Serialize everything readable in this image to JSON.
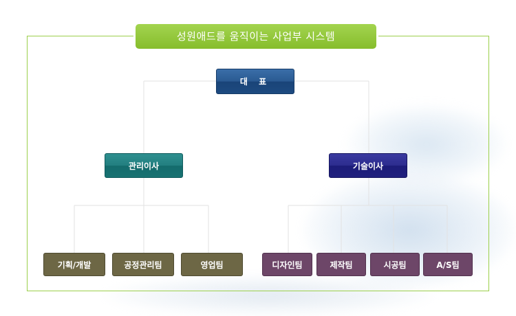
{
  "title": "성원애드를 움직이는 사업부 시스템",
  "ceo": {
    "label": "대 표"
  },
  "managers": {
    "left": {
      "label": "관리이사"
    },
    "right": {
      "label": "기술이사"
    }
  },
  "teams": {
    "left": [
      {
        "label": "기획/개발"
      },
      {
        "label": "공정관리팀"
      },
      {
        "label": "영업팀"
      }
    ],
    "right": [
      {
        "label": "디자인팀"
      },
      {
        "label": "제작팀"
      },
      {
        "label": "시공팀"
      },
      {
        "label": "A/S팀"
      }
    ]
  },
  "colors": {
    "frame": "#9bcf4a",
    "banner": "#8ec63f",
    "ceo": "#1f4f86",
    "manager_left": "#1c7878",
    "manager_right": "#23238a",
    "team_left": "#6d6745",
    "team_right": "#6d4668",
    "connector": "#e2e2e2"
  }
}
